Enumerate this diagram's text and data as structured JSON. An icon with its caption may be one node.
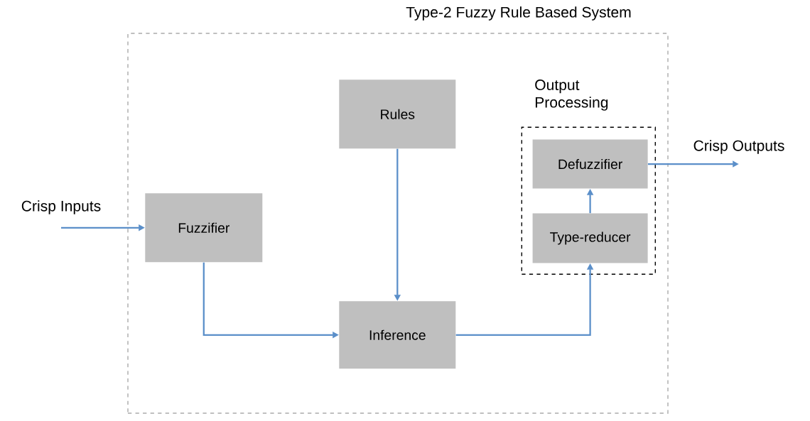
{
  "diagram": {
    "nodes": [
      {
        "text": [
          "Type-2 Fuzzy Rule Based System"
        ]
      },
      {
        "text": [
          "Output Processing"
        ],
        "in": 0
      },
      {
        "text": [
          "Rules"
        ],
        "in": 0
      },
      {
        "text": [
          "Fuzzifier"
        ],
        "in": 0
      },
      {
        "text": [
          "Inference"
        ],
        "in": 0
      },
      {
        "text": [
          "Defuzzifier"
        ],
        "in": 1
      },
      {
        "text": [
          "Type-reducer"
        ],
        "in": 1
      },
      {
        "text": [
          "Crisp Inputs"
        ]
      },
      {
        "text": [
          "Crisp Outputs"
        ]
      }
    ],
    "edges": [
      {
        "from": 7,
        "to": 3,
        "arrow": "to"
      },
      {
        "from": 3,
        "to": 4,
        "arrow": "to"
      },
      {
        "from": 2,
        "to": 4,
        "arrow": "to"
      },
      {
        "from": 4,
        "to": 6,
        "arrow": "to"
      },
      {
        "from": 6,
        "to": 5,
        "arrow": "to"
      },
      {
        "from": 5,
        "to": 8,
        "arrow": "to"
      }
    ]
  }
}
